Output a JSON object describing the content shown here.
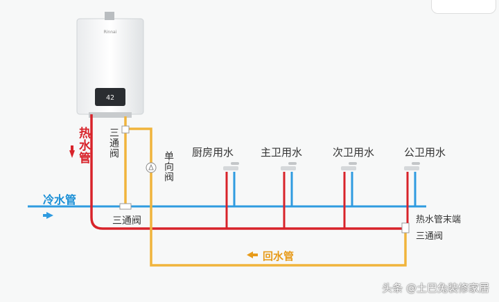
{
  "heater": {
    "brand": "Rinnai",
    "display_value": "42"
  },
  "labels": {
    "hot_pipe": "热水管",
    "cold_pipe": "冷水管",
    "return_pipe": "回水管",
    "three_way_top": "三通阀",
    "three_way_bottom": "三通阀",
    "check_valve": "单向阀",
    "fixture_kitchen": "厨房用水",
    "fixture_master_bath": "主卫用水",
    "fixture_second_bath": "次卫用水",
    "fixture_public_bath": "公卫用水",
    "hot_end": "热水管末端",
    "three_way_end": "三通阀"
  },
  "colors": {
    "hot": "#d8232a",
    "cold": "#2f9be0",
    "return": "#f0b43c"
  },
  "icons": {
    "hot_flow_arrow": "arrow-down-icon",
    "cold_flow_arrow": "arrow-right-icon",
    "return_flow_arrow": "arrow-left-icon"
  },
  "watermark": "头条 @土巴兔装修家居"
}
